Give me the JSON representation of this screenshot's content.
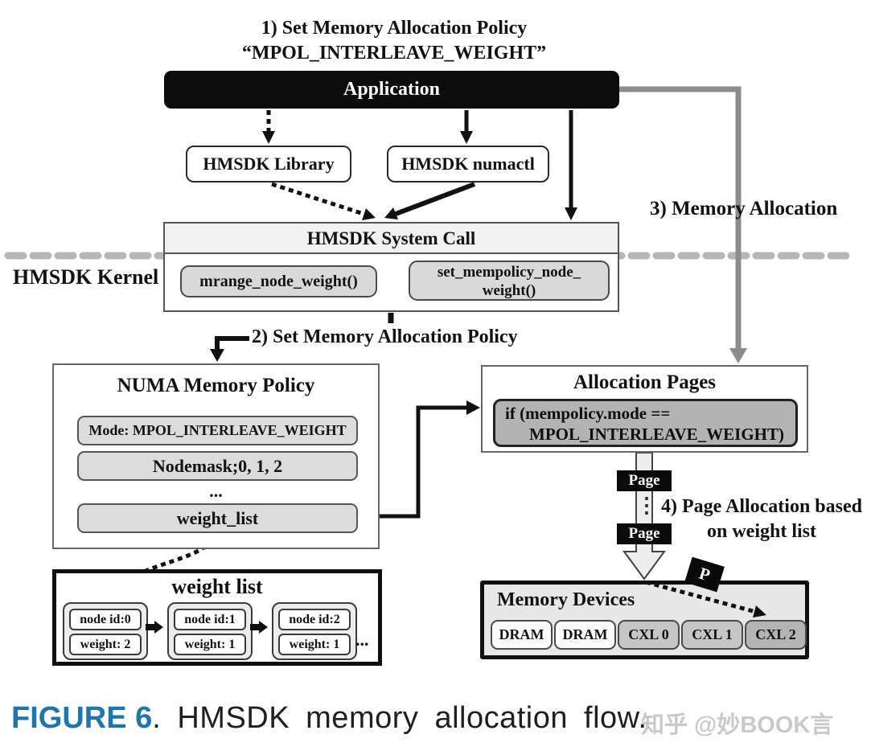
{
  "figure": {
    "steps": {
      "step1_line1": "1) Set Memory Allocation Policy",
      "step1_line2": "“MPOL_INTERLEAVE_WEIGHT”",
      "step2": "2) Set Memory Allocation Policy",
      "step3": "3) Memory Allocation",
      "step4_line1": "4) Page Allocation based",
      "step4_line2": "on weight list"
    },
    "application": "Application",
    "hmsdk_library": "HMSDK Library",
    "hmsdk_numactl": "HMSDK numactl",
    "system_call": {
      "title": "HMSDK System Call",
      "fn1": "mrange_node_weight()",
      "fn2_line1": "set_mempolicy_node_",
      "fn2_line2": "weight()"
    },
    "kernel_label": "HMSDK Kernel",
    "numa_policy": {
      "title": "NUMA Memory Policy",
      "mode": "Mode: MPOL_INTERLEAVE_WEIGHT",
      "nodemask": "Nodemask;0, 1, 2",
      "ellipsis": "...",
      "weight_list": "weight_list"
    },
    "allocation_pages": {
      "title": "Allocation Pages",
      "condition_line1": "if (mempolicy.mode ==",
      "condition_line2": "MPOL_INTERLEAVE_WEIGHT)"
    },
    "page_flow": {
      "page_top": "Page",
      "page_bottom": "Page",
      "ellipsis": "⋮"
    },
    "memory_devices": {
      "title": "Memory Devices",
      "devices": [
        "DRAM",
        "DRAM",
        "CXL 0",
        "CXL 1",
        "CXL 2"
      ],
      "p_marker": "P"
    },
    "weight_list": {
      "title": "weight list",
      "nodes": [
        {
          "id": "node id:0",
          "weight": "weight: 2"
        },
        {
          "id": "node id:1",
          "weight": "weight: 1"
        },
        {
          "id": "node id:2",
          "weight": "weight: 1"
        }
      ],
      "ellipsis": "..."
    }
  },
  "caption": {
    "figure_label": "FIGURE 6",
    "text": ". HMSDK memory allocation flow."
  },
  "watermark": "知乎 @妙BOOK言",
  "colors": {
    "caption_accent": "#1d76ad",
    "memory_flow_gray": "#8c8c8c",
    "kernel_divider_gray": "#b6b6b6",
    "watermark_gray": "#c9c9c9",
    "box_black": "#0c0c0c",
    "light_gray_fill": "#dcdcdc",
    "condition_fill": "#b3b3b3"
  }
}
